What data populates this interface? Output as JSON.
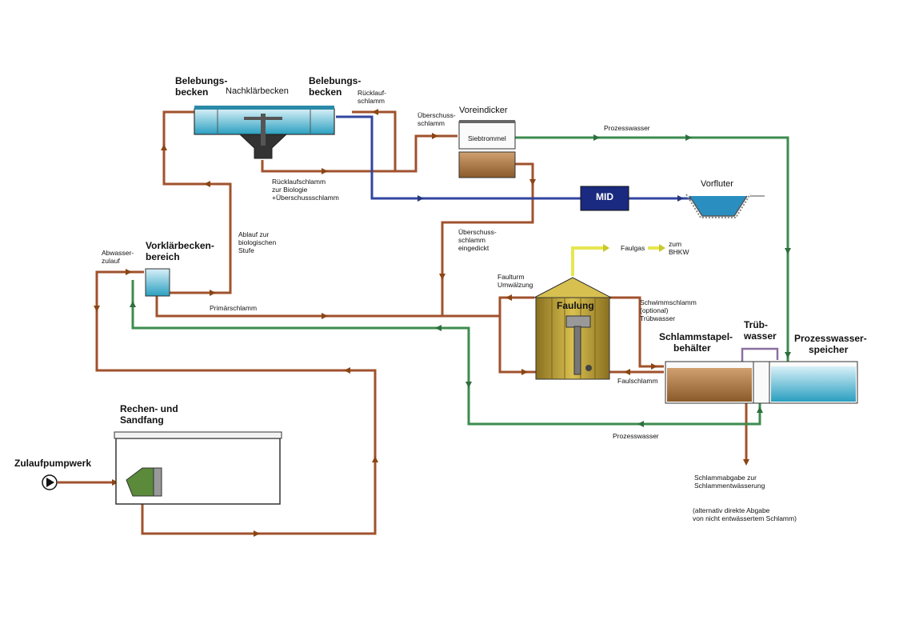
{
  "labels": {
    "belebungsbecken_left": [
      "Belebungs-",
      "becken"
    ],
    "nachklaerbecken": "Nachklärbecken",
    "belebungsbecken_right": [
      "Belebungs-",
      "becken"
    ],
    "ruecklaufschlamm_top": [
      "Rücklauf-",
      "schlamm"
    ],
    "ueberschussschlamm": [
      "Überschuss-",
      "schlamm"
    ],
    "voreindicker": "Voreindicker",
    "siebtrommel": "Siebtrommel",
    "prozesswasser_top": "Prozesswasser",
    "mid": "MID",
    "vorfluter": "Vorfluter",
    "ruecklaufschlamm_biologie": [
      "Rücklaufschlamm",
      "zur Biologie",
      "+Überschussschlamm"
    ],
    "ablauf_bio": [
      "Ablauf zur",
      "biologischen",
      "Stufe"
    ],
    "abwasserzulauf": [
      "Abwasser-",
      "zulauf"
    ],
    "vorklaerbecken": [
      "Vorklärbecken-",
      "bereich"
    ],
    "ueberschussschlamm_eingedickt": [
      "Überschuss-",
      "schlamm",
      "eingedickt"
    ],
    "faulgas": "Faulgas",
    "zum_bhkw": [
      "zum",
      "BHKW"
    ],
    "faulturm_umwaelzung": [
      "Faulturm",
      "Umwälzung"
    ],
    "faulung": "Faulung",
    "schwimmschlamm": [
      "Schwimmschlamm",
      "(optional)",
      "Trübwasser"
    ],
    "primaerschlamm": "Primärschlamm",
    "schlammstapelbehaelter": [
      "Schlammstapel-",
      "behälter"
    ],
    "truebwasser": [
      "Trüb-",
      "wasser"
    ],
    "prozesswasserspeicher": [
      "Prozesswasser-",
      "speicher"
    ],
    "faulschlamm": "Faulschlamm",
    "rechen_sandfang": [
      "Rechen- und",
      "Sandfang"
    ],
    "prozesswasser_bottom": "Prozesswasser",
    "zulaufpumpwerk": "Zulaufpumpwerk",
    "schlammabgabe": [
      "Schlammabgabe zur",
      "Schlammentwässerung"
    ],
    "alternativ": [
      "(alternativ direkte Abgabe",
      "von nicht entwässertem Schlamm)"
    ]
  },
  "colors": {
    "sludge": "#a0522d",
    "process_water": "#3c8c50",
    "clear_water": "#3246a0",
    "gas": "#e6e650",
    "digester": "#c8aa3c",
    "water": "#8cd2e6",
    "sludge_fill": "#b07a4a"
  }
}
